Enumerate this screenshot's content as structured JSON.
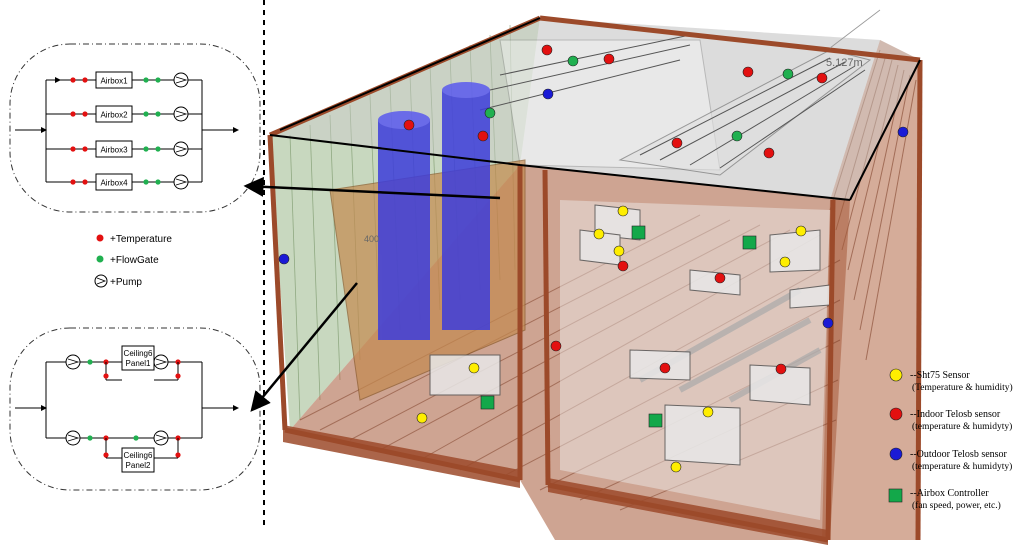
{
  "schematic_top": {
    "boxes": [
      "Airbox1",
      "Airbox2",
      "Airbox3",
      "Airbox4"
    ]
  },
  "schematic_bottom": {
    "panels": [
      {
        "line1": "Ceiling6",
        "line2": "Panel1"
      },
      {
        "line1": "Ceiling6",
        "line2": "Panel2"
      }
    ]
  },
  "mini_legend": {
    "temperature": "+Temperature",
    "flowrate": "+FlowGate",
    "pump": "+Pump"
  },
  "dimension_label": "5.127m",
  "ruler_label": "400",
  "legend": {
    "sht75": {
      "title": "--Sht75 Sensor",
      "detail": "(Temperature & humidity)",
      "color": "#ffee00"
    },
    "indoor": {
      "title": "--Indoor Telosb sensor",
      "detail": "(temperature & humidyty)",
      "color": "#e31010"
    },
    "outdoor": {
      "title": "--Outdoor Telosb sensor",
      "detail": "(temperature & humidyty)",
      "color": "#1a1ad6"
    },
    "airbox": {
      "title": "--Airbox Controller",
      "detail": "(fan speed, power, etc.)",
      "color": "#13a84a"
    }
  },
  "colors": {
    "container_frame": "#9c4a2a",
    "floor": "#a55a38",
    "green_wall": "#9bb88a",
    "tank": "#3d3ddb",
    "flow_marker": "#20b050"
  }
}
